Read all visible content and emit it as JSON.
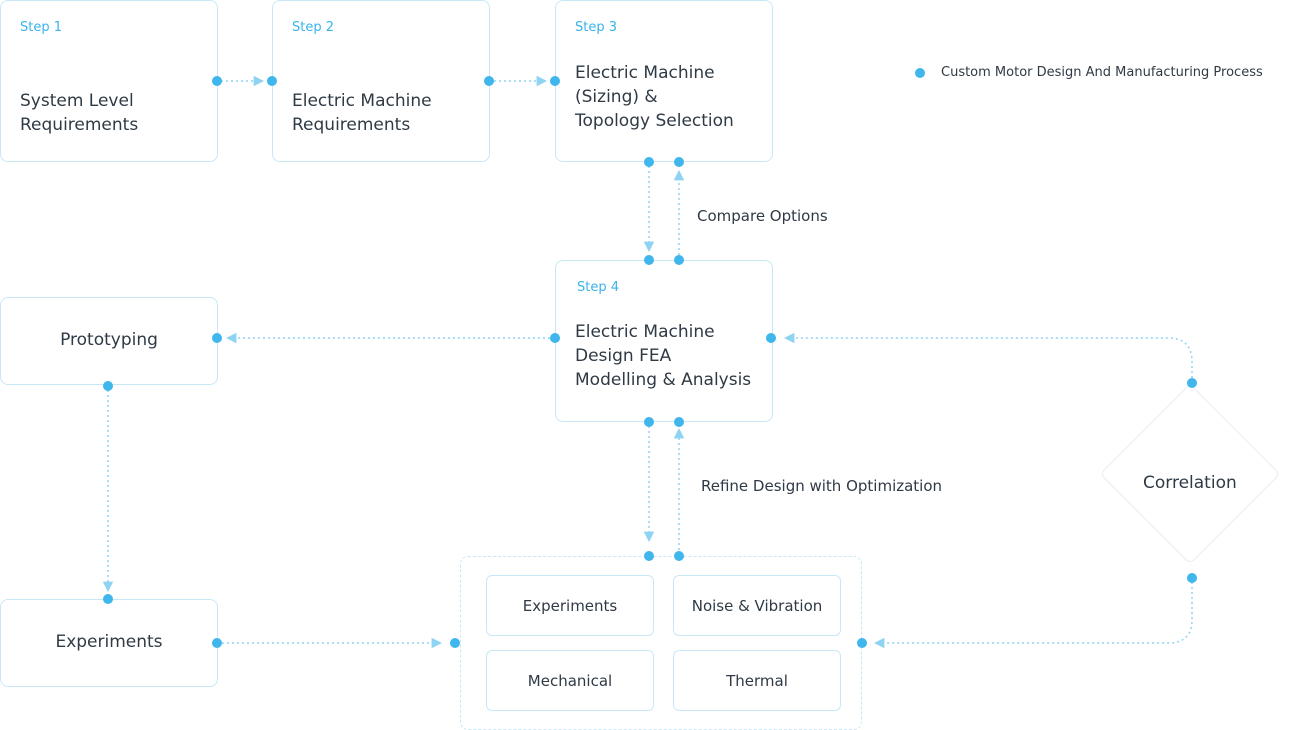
{
  "legend": {
    "label": "Custom Motor Design And Manufacturing Process"
  },
  "steps": [
    {
      "step": "Step 1",
      "title": [
        "System Level",
        "Requirements"
      ]
    },
    {
      "step": "Step 2",
      "title": [
        "Electric Machine",
        "Requirements"
      ]
    },
    {
      "step": "Step 3",
      "title": [
        "Electric Machine",
        "(Sizing) &",
        "Topology Selection"
      ]
    },
    {
      "step": "Step 4",
      "title": [
        "Electric Machine",
        "Design FEA",
        "Modelling & Analysis"
      ]
    }
  ],
  "prototyping": "Prototyping",
  "experiments_box": "Experiments",
  "correlation": "Correlation",
  "analysis": [
    "Experiments",
    "Noise & Vibration",
    "Mechanical",
    "Thermal"
  ],
  "labels": {
    "compare": "Compare Options",
    "refine": "Refine Design with Optimization"
  },
  "colors": {
    "accent": "#3fb6ec",
    "border": "#c9e8f7",
    "line": "#8fd3f3"
  }
}
